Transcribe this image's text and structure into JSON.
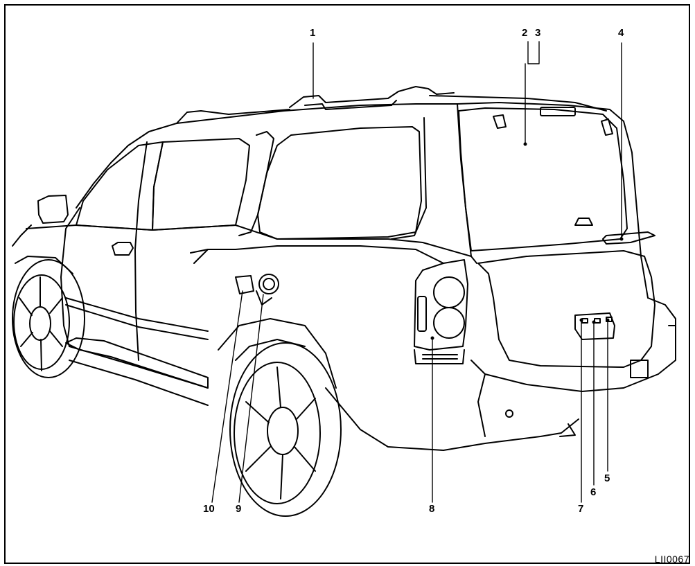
{
  "callouts": {
    "c1": "1",
    "c2": "2",
    "c3": "3",
    "c4": "4",
    "c5": "5",
    "c6": "6",
    "c7": "7",
    "c8": "8",
    "c9": "9",
    "c10": "10"
  },
  "figure_code": "LII0067",
  "colors": {
    "line": "#000000",
    "background": "#ffffff"
  }
}
